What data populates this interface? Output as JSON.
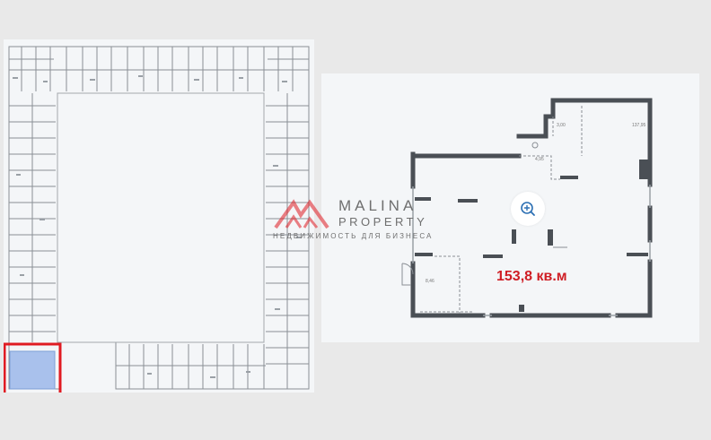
{
  "listing": {
    "area_label": "153,8 кв.м",
    "highlight_color": "#e01b22",
    "unit_fill_color": "#a9c1ec",
    "wall_color": "#4a4f55",
    "area_text_color": "#cf1d24"
  },
  "watermark": {
    "brand_line1": "MALINA",
    "brand_line2": "PROPERTY",
    "tagline": "НЕДВИЖИМОСТЬ ДЛЯ БИЗНЕСА",
    "icon": "malina-logo-icon"
  },
  "floorplan": {
    "dims": [
      "3,00",
      "137,95",
      "4,95",
      "8,46"
    ]
  },
  "controls": {
    "zoom_icon": "zoom-in-icon"
  }
}
